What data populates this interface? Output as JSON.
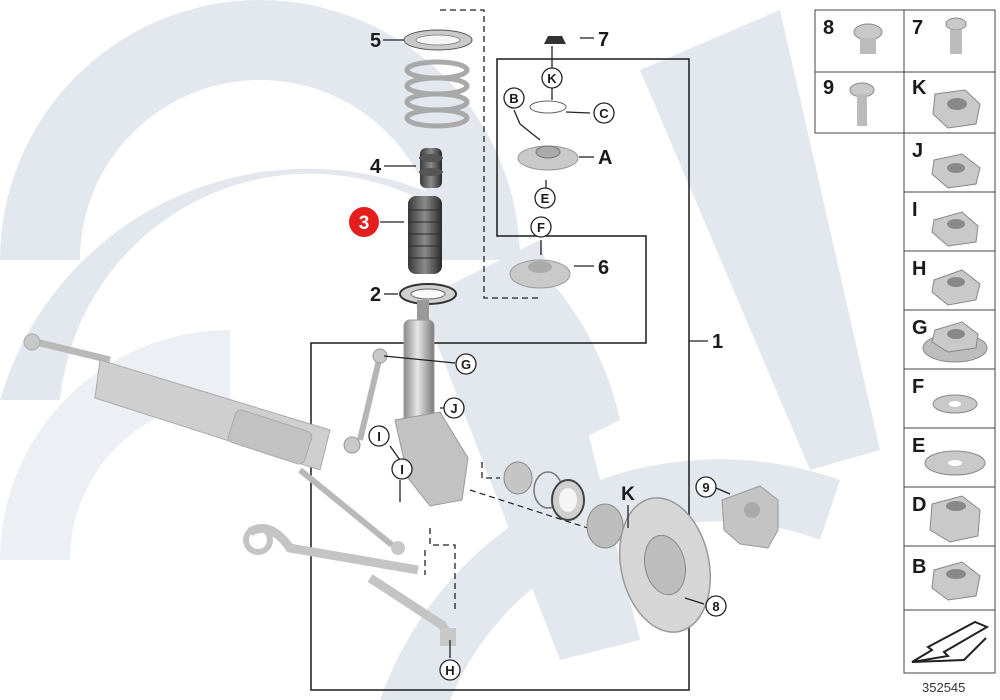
{
  "diagram_id": "352545",
  "highlight_callout": {
    "label": "3",
    "color": "#e41d1d"
  },
  "callouts": {
    "c1": "1",
    "c2": "2",
    "c4": "4",
    "c5": "5",
    "c6": "6",
    "c7": "7",
    "cA": "A",
    "c8": "8",
    "c9": "9"
  },
  "circle_callouts": {
    "K_top": "K",
    "B": "B",
    "C": "C",
    "E": "E",
    "F": "F",
    "G": "G",
    "J": "J",
    "I_1": "I",
    "I_2": "I",
    "K_mid": "K",
    "nine": "9",
    "eight": "8",
    "H": "H"
  },
  "parts_panel": {
    "cells": [
      {
        "label": "8",
        "part": "bolt-flange"
      },
      {
        "label": "7",
        "part": "push-rivet"
      },
      {
        "label": "9",
        "part": "bolt-washer"
      },
      {
        "label": "K",
        "part": "collar-nut"
      },
      {
        "label": "J",
        "part": "hex-flange-nut"
      },
      {
        "label": "I",
        "part": "self-locking-nut"
      },
      {
        "label": "H",
        "part": "lock-nut"
      },
      {
        "label": "G",
        "part": "flange-nut"
      },
      {
        "label": "F",
        "part": "washer-small"
      },
      {
        "label": "E",
        "part": "washer-large"
      },
      {
        "label": "D",
        "part": "tall-nut"
      },
      {
        "label": "B",
        "part": "hex-nut"
      }
    ]
  },
  "colors": {
    "watermark": "#ccd6e1",
    "part_gray": "#b8b8b8",
    "line": "#1a1a1a"
  }
}
